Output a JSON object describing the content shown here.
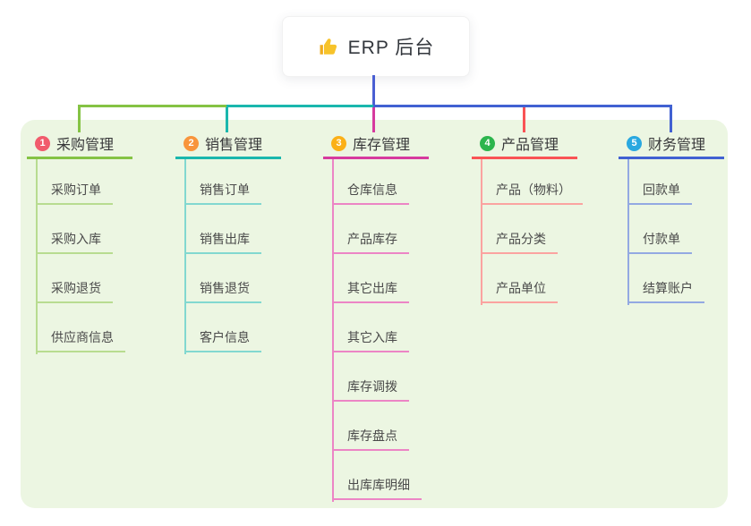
{
  "root": {
    "label": "ERP 后台",
    "icon": "thumbs-up-icon"
  },
  "colors": {
    "trunk": "#4a5fd3",
    "panel": "#ecf6e2",
    "root_text": "#33373d",
    "thumb": "#f7c32a",
    "thumb_dark": "#f0ad1f"
  },
  "branches": [
    {
      "num": "1",
      "title": "采购管理",
      "badge_color": "#f15b6c",
      "line_color": "#85c344",
      "child_line_color": "#b8dc90",
      "children": [
        "采购订单",
        "采购入库",
        "采购退货",
        "供应商信息"
      ]
    },
    {
      "num": "2",
      "title": "销售管理",
      "badge_color": "#f8953c",
      "line_color": "#1ab7ad",
      "child_line_color": "#82d8d0",
      "children": [
        "销售订单",
        "销售出库",
        "销售退货",
        "客户信息"
      ]
    },
    {
      "num": "3",
      "title": "库存管理",
      "badge_color": "#fbb017",
      "line_color": "#d63a9e",
      "child_line_color": "#ec85c5",
      "children": [
        "仓库信息",
        "产品库存",
        "其它出库",
        "其它入库",
        "库存调拨",
        "库存盘点",
        "出库库明细"
      ]
    },
    {
      "num": "4",
      "title": "产品管理",
      "badge_color": "#2cb54d",
      "line_color": "#f95355",
      "child_line_color": "#fba3a0",
      "children": [
        "产品（物料）",
        "产品分类",
        "产品单位"
      ]
    },
    {
      "num": "5",
      "title": "财务管理",
      "badge_color": "#29a8e0",
      "line_color": "#4161d2",
      "child_line_color": "#93a9e2",
      "children": [
        "回款单",
        "付款单",
        "结算账户"
      ]
    }
  ]
}
